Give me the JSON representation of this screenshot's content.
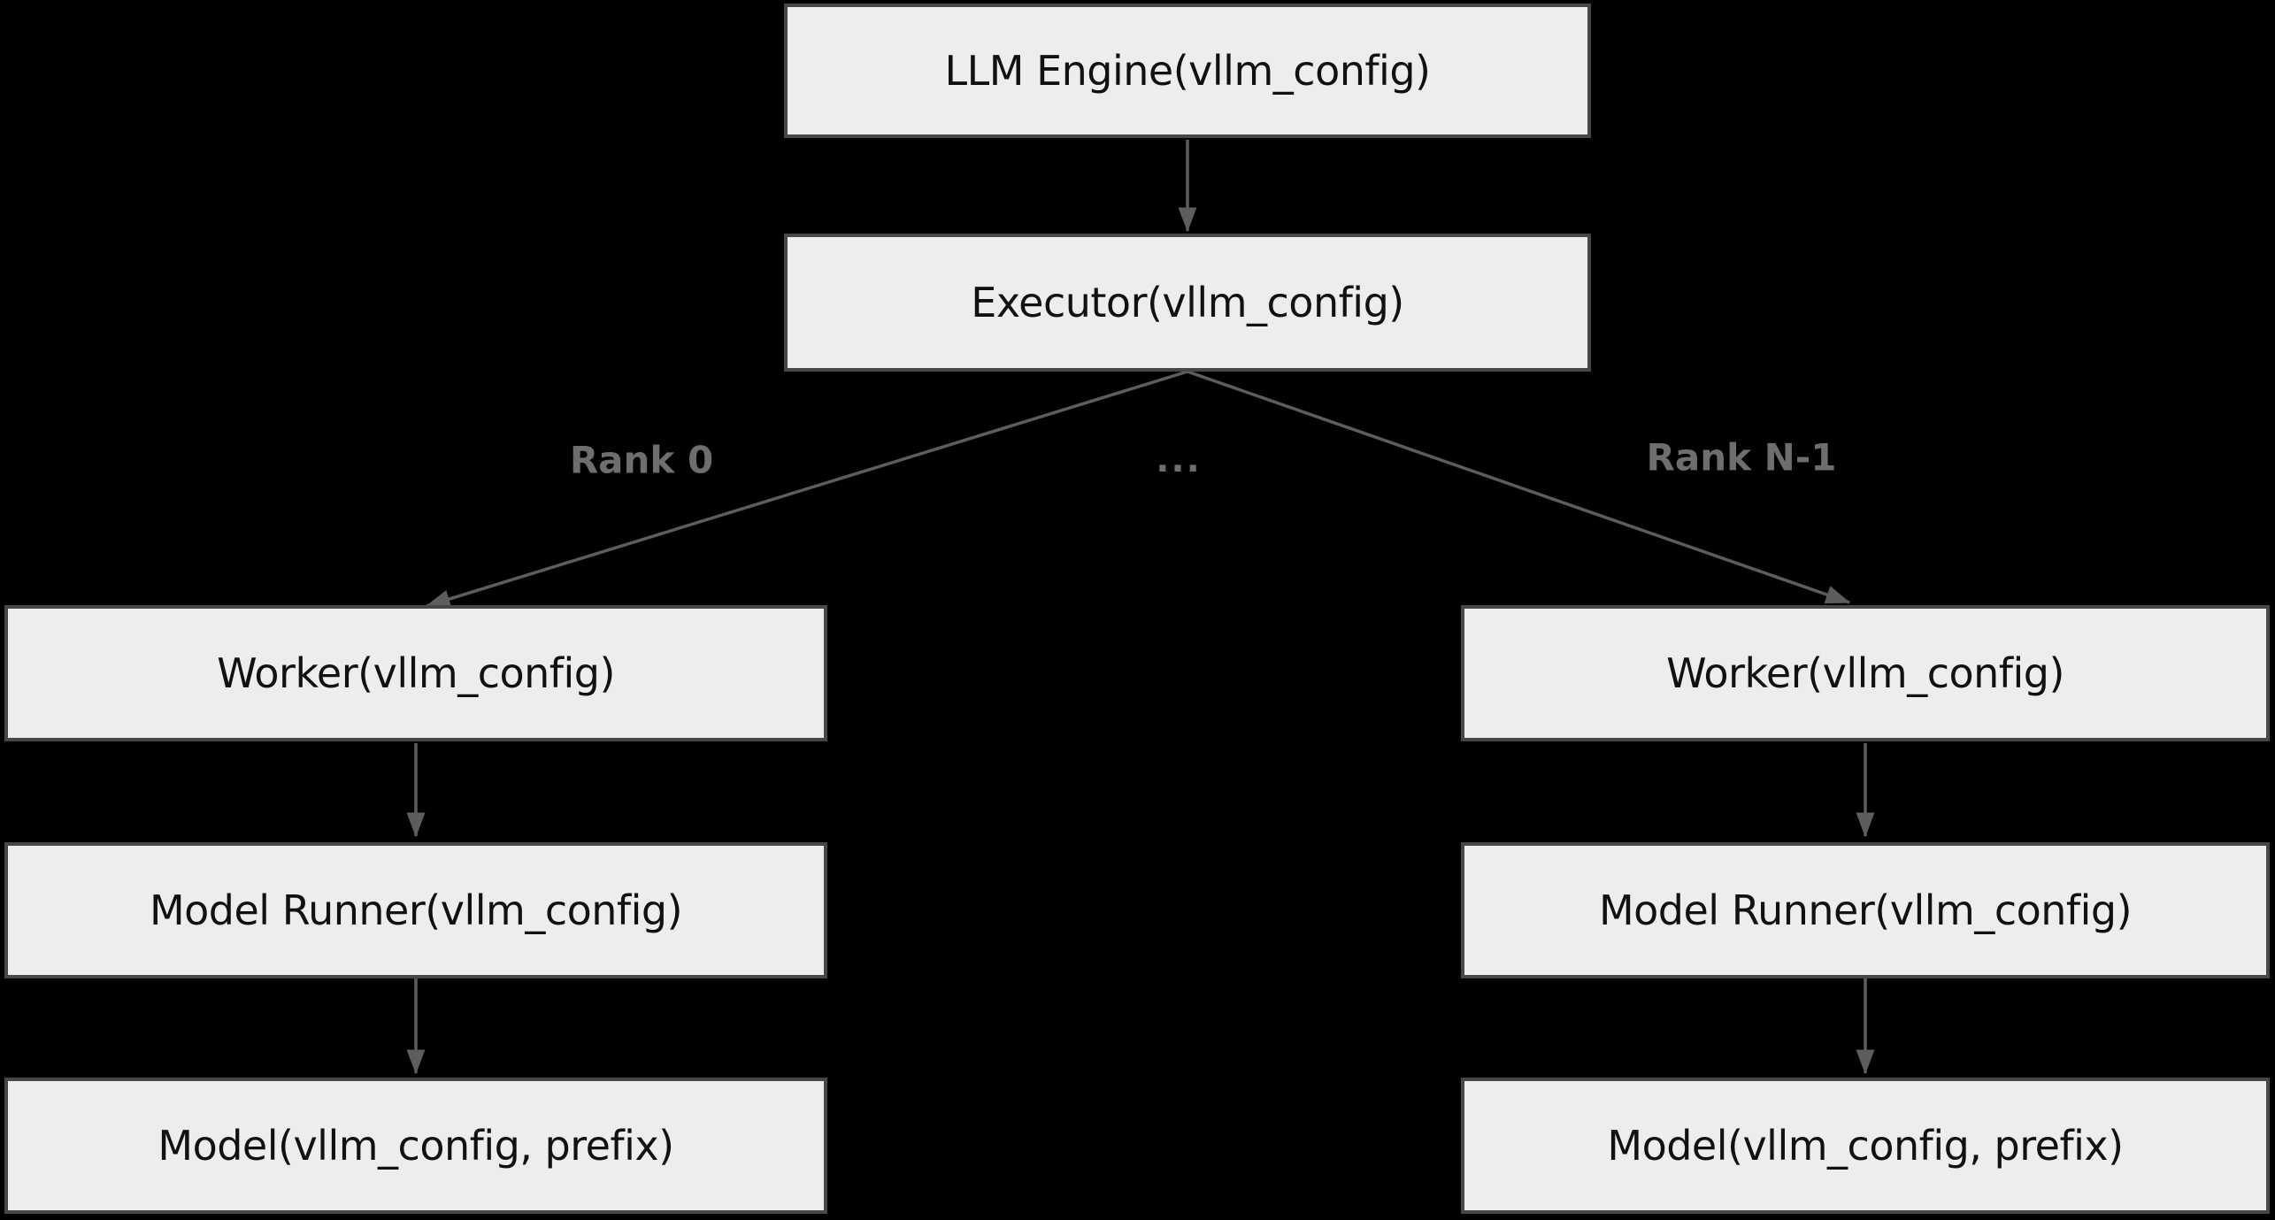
{
  "colors": {
    "background": "#000000",
    "node_fill": "#ededed",
    "node_border": "#474747",
    "node_text": "#111111",
    "edge": "#5d5d5d",
    "edge_label": "#6e6e6e"
  },
  "nodes": {
    "llm_engine": "LLM Engine(vllm_config)",
    "executor": "Executor(vllm_config)",
    "worker_left": "Worker(vllm_config)",
    "model_runner_left": "Model Runner(vllm_config)",
    "model_left": "Model(vllm_config, prefix)",
    "worker_right": "Worker(vllm_config)",
    "model_runner_right": "Model Runner(vllm_config)",
    "model_right": "Model(vllm_config, prefix)"
  },
  "edge_labels": {
    "rank_0": "Rank 0",
    "ellipsis": "...",
    "rank_n_1": "Rank N-1"
  }
}
